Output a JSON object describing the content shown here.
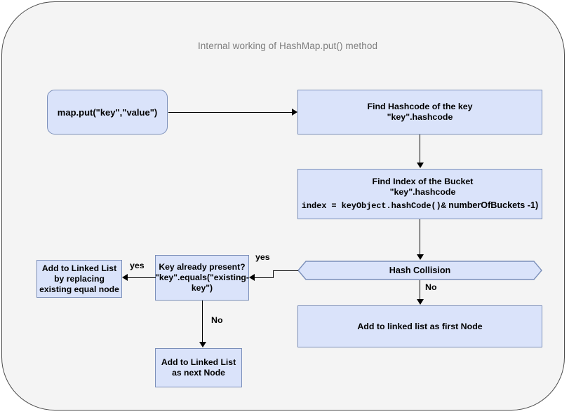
{
  "diagram": {
    "title": "Internal working of HashMap.put() method",
    "title_color": "#7d7d7d",
    "node_fill": "#dae3fa",
    "node_border": "#7b8fb9",
    "frame_bg": "#f4f4f4",
    "frame_border": "#4d4d4d",
    "nodes": {
      "start": {
        "label": "map.put(\"key\",\"value\")",
        "shape": "rounded-rectangle"
      },
      "find_hashcode": {
        "line1": "Find Hashcode of the key",
        "line2": "\"key\".hashcode",
        "shape": "rectangle"
      },
      "find_index": {
        "line1": "Find Index of the Bucket",
        "line2": "\"key\".hashcode",
        "formula_mono": "index = keyObject.hashCode()&",
        "formula_sans": "numberOfBuckets -1)",
        "shape": "rectangle"
      },
      "hash_collision": {
        "label": "Hash Collision",
        "shape": "hexagon"
      },
      "add_first_node": {
        "label": "Add to linked list as first Node",
        "shape": "rectangle"
      },
      "key_already_present": {
        "line1": "Key already present?",
        "line2": "\"key\".equals(\"existing-",
        "line3": "key\")",
        "shape": "rectangle"
      },
      "add_by_replacing": {
        "line1": "Add to Linked List",
        "line2": "by replacing",
        "line3": "existing equal node",
        "shape": "rectangle"
      },
      "add_as_next_node": {
        "line1": "Add to Linked List",
        "line2": "as next Node",
        "shape": "rectangle"
      }
    },
    "edge_labels": {
      "collision_yes": "yes",
      "collision_no": "No",
      "present_yes": "yes",
      "present_no": "No"
    }
  }
}
